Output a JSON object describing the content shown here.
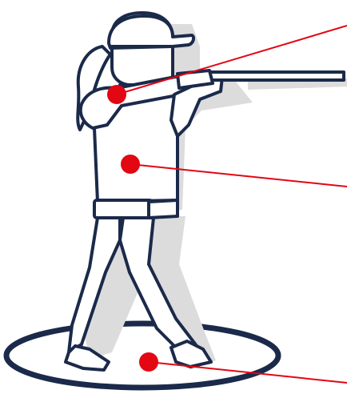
{
  "figure": {
    "subject": "shooter-standing-with-shotgun",
    "icon_name": "trap-shooter-icon"
  },
  "colors": {
    "outline": "#1b2a4a",
    "fill": "#ffffff",
    "shadow": "#d9d9d9",
    "marker": "#e30613",
    "leader": "#e30613"
  },
  "markers": [
    {
      "name": "shoulder-marker",
      "target": "shoulder"
    },
    {
      "name": "torso-marker",
      "target": "torso"
    },
    {
      "name": "stance-marker",
      "target": "feet-circle"
    }
  ]
}
